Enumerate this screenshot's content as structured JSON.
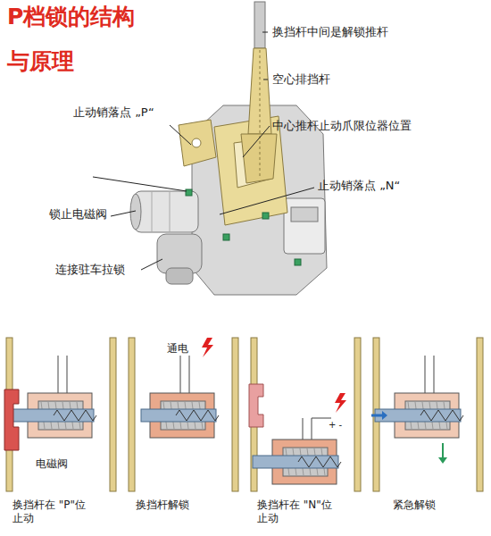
{
  "diagram": {
    "title": "P档锁的结构 与原理",
    "labels": [
      "换挡杆中间是解锁推杆",
      "空心排挡杆",
      "止动销落点 „P“",
      "中心推杆止动爪限位器位置",
      "止动销落点 „N“",
      "锁止电磁阀",
      "连接驻车拉锁",
      "通电",
      "+ -",
      "电磁阀",
      "换挡杆在 \"P\"位 止动",
      "换挡杆解锁",
      "换挡杆在 \"N\"位 止动",
      "紧急解锁"
    ]
  }
}
